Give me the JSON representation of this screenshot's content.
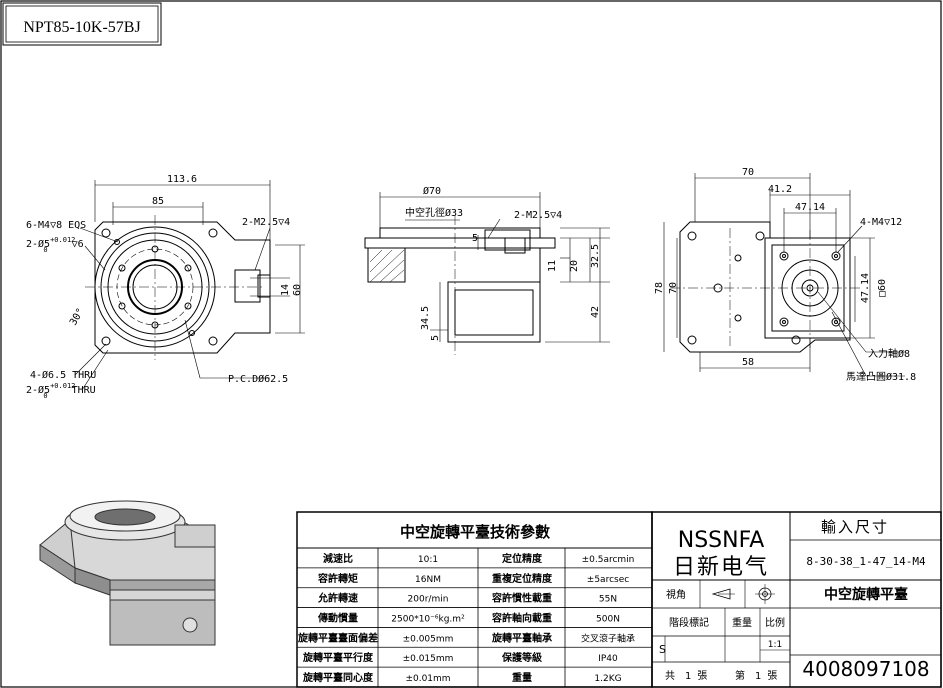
{
  "title_box": {
    "model": "NPT85-10K-57BJ"
  },
  "views": {
    "left": {
      "dim_overall": "113.6",
      "dim_inner": "85",
      "label_tap_holes": "6-M4▽8 EQS",
      "label_pin_top_a": "2-Ø5",
      "label_pin_top_tol": "+0.012",
      "label_pin_top_tol_low": "0",
      "label_pin_top_b": "▽6",
      "label_m25": "2-M2.5▽4",
      "dim_14": "14",
      "dim_60": "60",
      "angle_30": "30°",
      "label_thru_holes": "4-Ø6.5 THRU",
      "label_pin_bot_a": "2-Ø5",
      "label_pin_bot_tol": "+0.012",
      "label_pin_bot_tol_low": "0",
      "label_pin_bot_b": "THRU",
      "label_pcd": "P.C.DØ62.5"
    },
    "middle": {
      "dim_dia70": "Ø70",
      "label_hollow": "中空孔徑Ø33",
      "label_m25": "2-M2.5▽4",
      "dim_5_top": "5",
      "dim_11": "11",
      "dim_20": "20",
      "dim_32_5": "32.5",
      "dim_42": "42",
      "dim_34_5": "34.5",
      "dim_5_bot": "5"
    },
    "right": {
      "dim_70": "70",
      "dim_41_2": "41.2",
      "dim_47_14_top": "47.14",
      "label_m4": "4-M4▽12",
      "dim_78": "78",
      "dim_70_v": "70",
      "dim_47_14_v": "47.14",
      "dim_sq60": "□60",
      "dim_58": "58",
      "label_input_shaft": "入力軸Ø8",
      "label_motor_boss": "馬達凸圓Ø31.8"
    }
  },
  "spec_table": {
    "title": "中空旋轉平臺技術參數",
    "rows": [
      [
        "減速比",
        "10:1",
        "定位精度",
        "±0.5arcmin"
      ],
      [
        "容許轉矩",
        "16NM",
        "重複定位精度",
        "±5arcsec"
      ],
      [
        "允許轉速",
        "200r/min",
        "容許慣性載重",
        "55N"
      ],
      [
        "傳動慣量",
        "2500*10⁻⁶kg.m²",
        "容許軸向載重",
        "500N"
      ],
      [
        "旋轉平臺臺面偏差",
        "±0.005mm",
        "旋轉平臺軸承",
        "交叉滾子軸承"
      ],
      [
        "旋轉平臺平行度",
        "±0.015mm",
        "保護等級",
        "IP40"
      ],
      [
        "旋轉平臺同心度",
        "±0.01mm",
        "重量",
        "1.2KG"
      ]
    ]
  },
  "title_block": {
    "brand_en": "NSSNFA",
    "brand_cn": "日新电气",
    "input_size_label": "輸入尺寸",
    "input_size_value": "8-30-38_1-47_14-M4",
    "view_label": "視角",
    "product_name": "中空旋轉平臺",
    "stage_label": "階段標記",
    "weight_label": "重量",
    "scale_label": "比例",
    "stage_value": "S",
    "scale_value": "1:1",
    "total_prefix": "共",
    "total_count": "1",
    "total_suffix": "張",
    "sheet_prefix": "第",
    "sheet_count": "1",
    "sheet_suffix": "張",
    "phone": "4008097108"
  }
}
